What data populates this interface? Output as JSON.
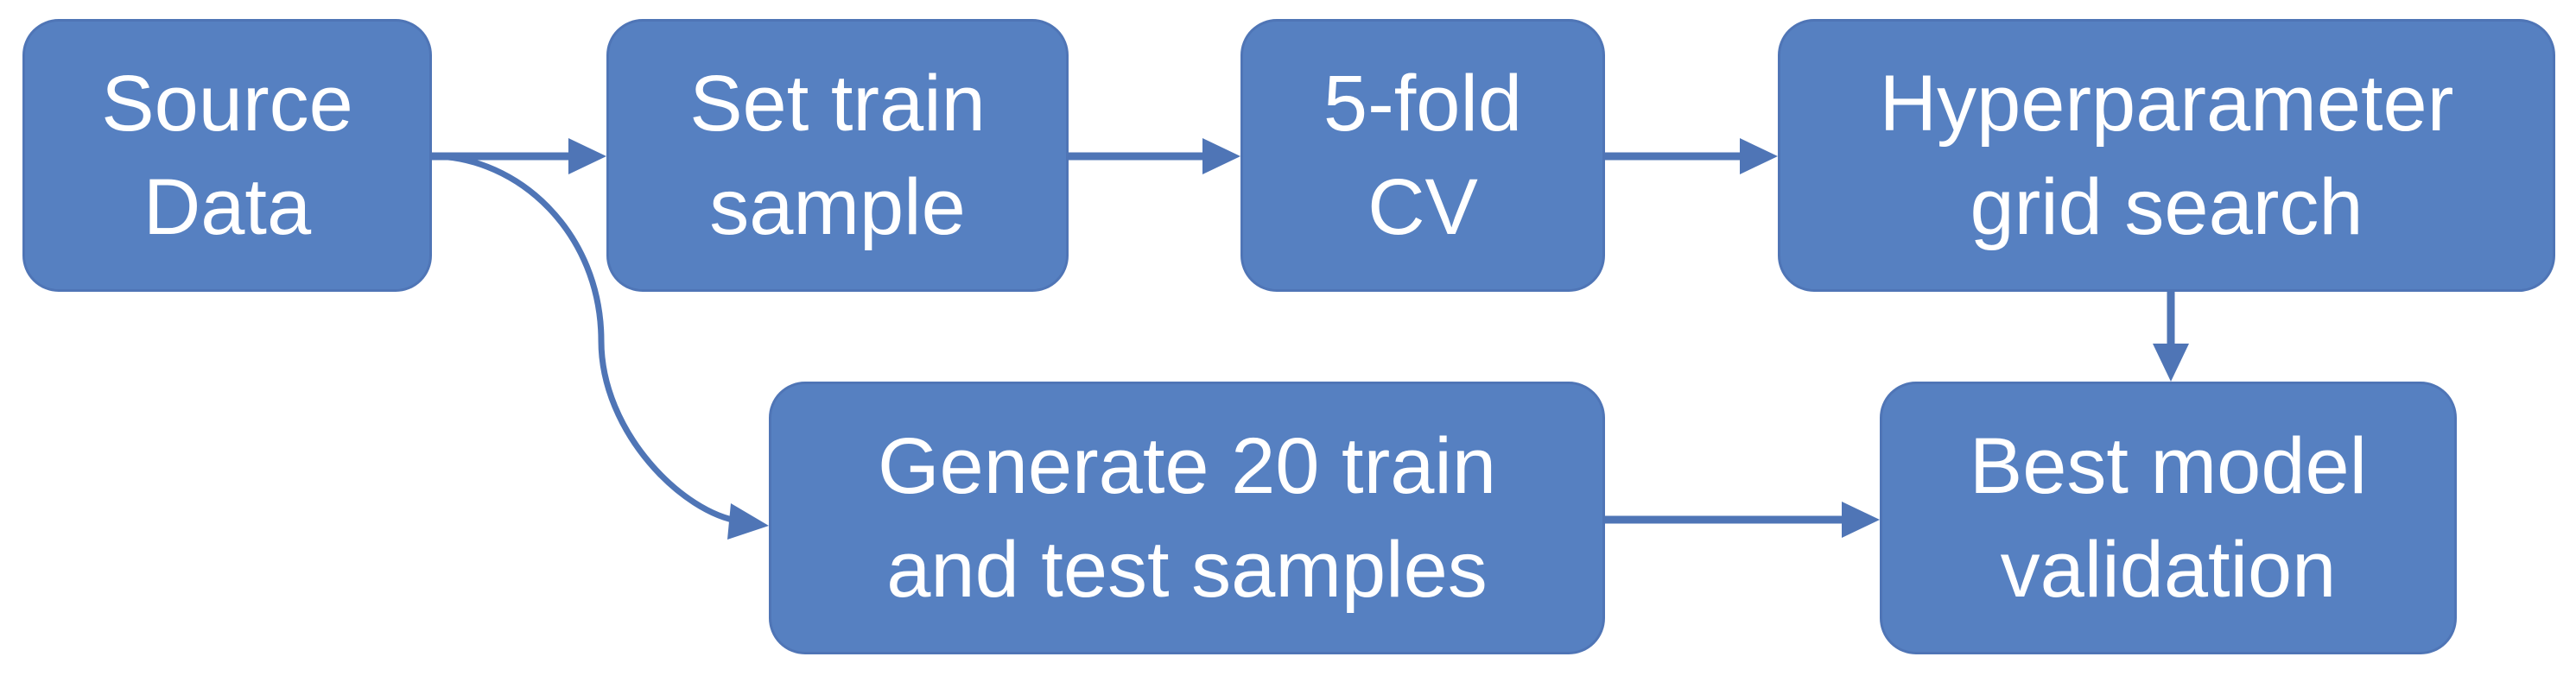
{
  "diagram": {
    "type": "flowchart",
    "colors": {
      "node_fill": "#5680c1",
      "node_border": "#4f75b6",
      "node_text": "#ffffff",
      "edge": "#4f75b6"
    },
    "nodes": {
      "source_data": {
        "line1": "Source",
        "line2": "Data"
      },
      "set_train_sample": {
        "line1": "Set train",
        "line2": "sample"
      },
      "five_fold_cv": {
        "line1": "5-fold",
        "line2": "CV"
      },
      "hyperparameter_grid_search": {
        "line1": "Hyperparameter",
        "line2": "grid search"
      },
      "generate_samples": {
        "line1": "Generate 20 train",
        "line2": "and test samples"
      },
      "best_model_validation": {
        "line1": "Best model",
        "line2": "validation"
      }
    },
    "edges": [
      {
        "from": "source_data",
        "to": "set_train_sample"
      },
      {
        "from": "set_train_sample",
        "to": "five_fold_cv"
      },
      {
        "from": "five_fold_cv",
        "to": "hyperparameter_grid_search"
      },
      {
        "from": "hyperparameter_grid_search",
        "to": "best_model_validation"
      },
      {
        "from": "source_data",
        "to": "generate_samples"
      },
      {
        "from": "generate_samples",
        "to": "best_model_validation"
      }
    ]
  }
}
